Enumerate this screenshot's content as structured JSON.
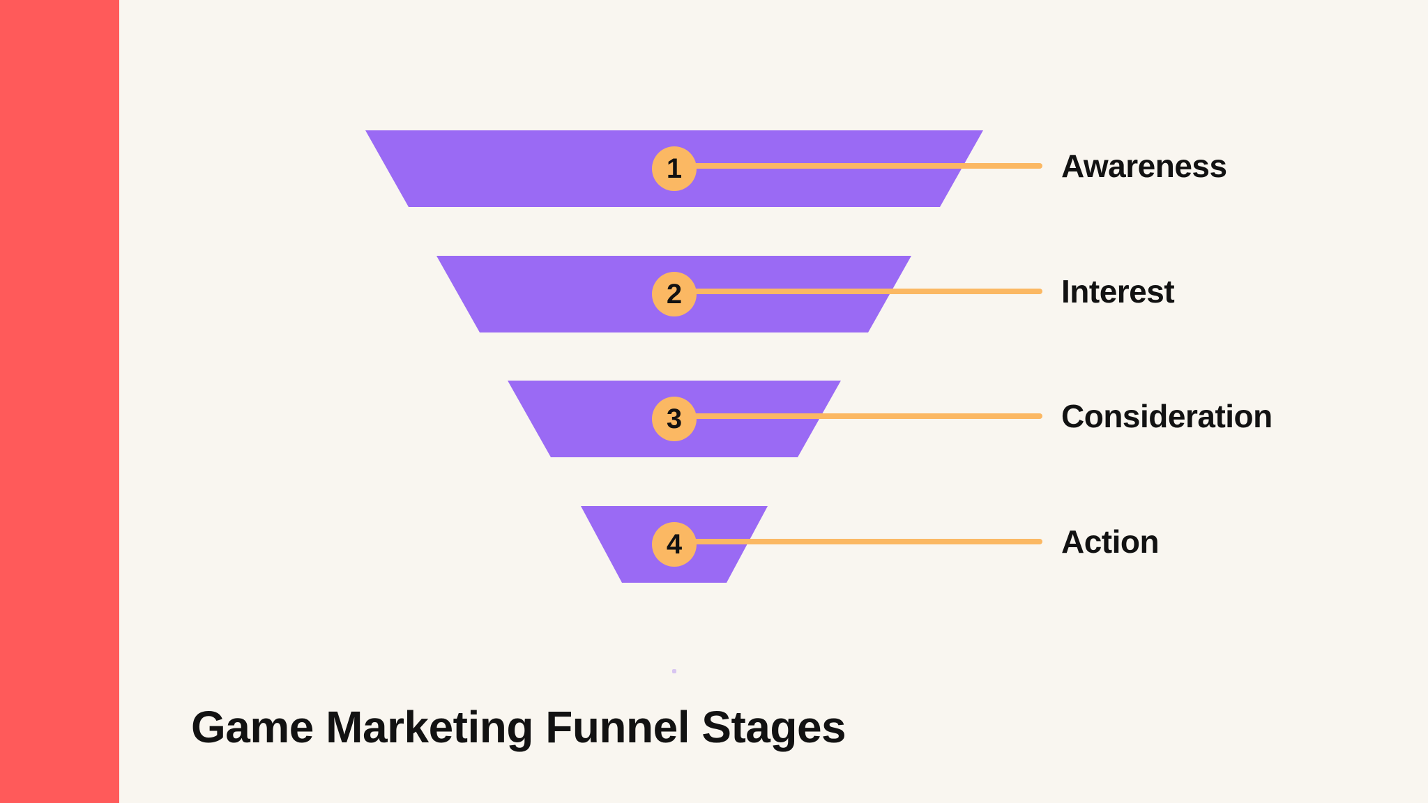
{
  "page": {
    "title": "Game Marketing Funnel Stages"
  },
  "theme": {
    "background_color": "#F9F6F0",
    "accent_bar_color": "#FF5A5A",
    "funnel_color": "#9A6AF4",
    "marker_color": "#FBB863",
    "text_color": "#121212"
  },
  "funnel": {
    "stages": [
      {
        "number": "1",
        "label": "Awareness"
      },
      {
        "number": "2",
        "label": "Interest"
      },
      {
        "number": "3",
        "label": "Consideration"
      },
      {
        "number": "4",
        "label": "Action"
      }
    ]
  }
}
